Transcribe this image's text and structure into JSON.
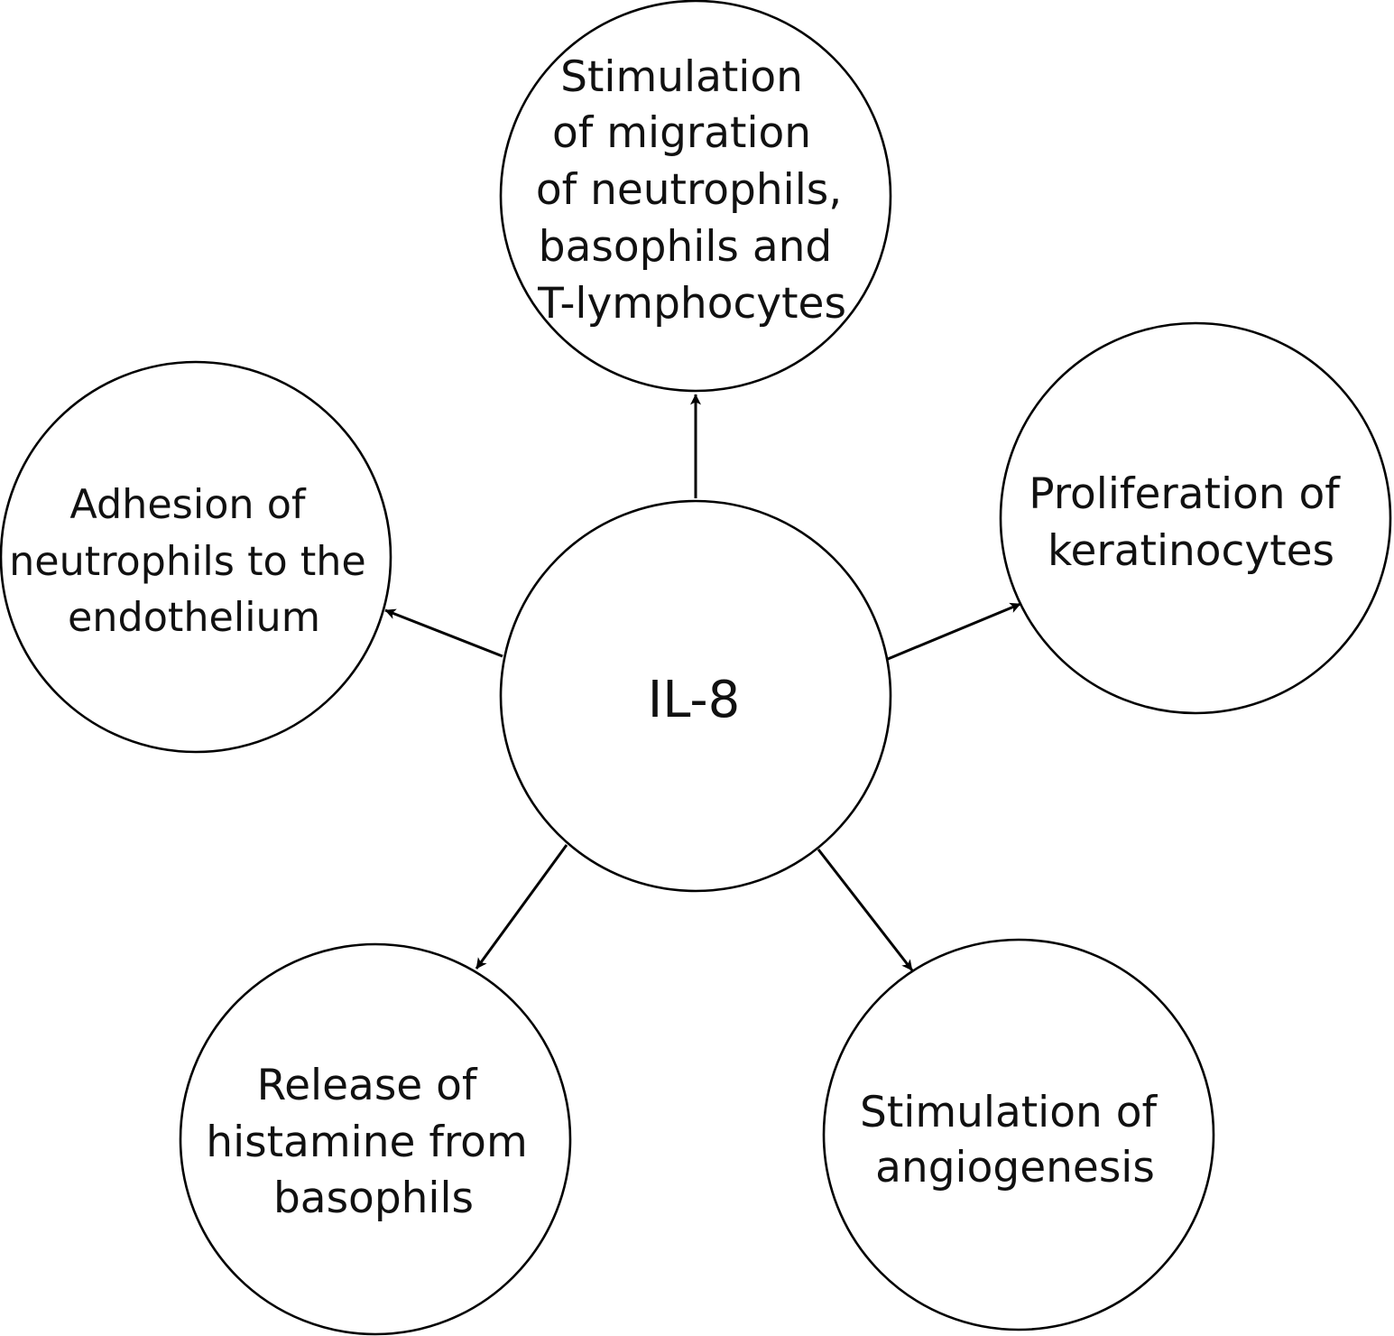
{
  "diagram": {
    "type": "hub-and-spoke",
    "colors": {
      "stroke": "#000000",
      "text": "#111111",
      "background": "#ffffff"
    },
    "center": {
      "id": "il8",
      "label": "IL-8"
    },
    "effects": [
      {
        "id": "migration",
        "lines": [
          "Stimulation",
          "of migration",
          "of neutrophils,",
          "basophils and",
          "T-lymphocytes"
        ]
      },
      {
        "id": "proliferation",
        "lines": [
          "Proliferation of",
          "keratinocytes"
        ]
      },
      {
        "id": "angiogenesis",
        "lines": [
          "Stimulation of",
          "angiogenesis"
        ]
      },
      {
        "id": "histamine",
        "lines": [
          "Release of",
          "histamine from",
          "basophils"
        ]
      },
      {
        "id": "adhesion",
        "lines": [
          "Adhesion of",
          "neutrophils to the",
          "endothelium"
        ]
      }
    ],
    "edges": [
      {
        "from": "il8",
        "to": "migration"
      },
      {
        "from": "il8",
        "to": "proliferation"
      },
      {
        "from": "il8",
        "to": "angiogenesis"
      },
      {
        "from": "il8",
        "to": "histamine"
      },
      {
        "from": "il8",
        "to": "adhesion"
      }
    ]
  }
}
